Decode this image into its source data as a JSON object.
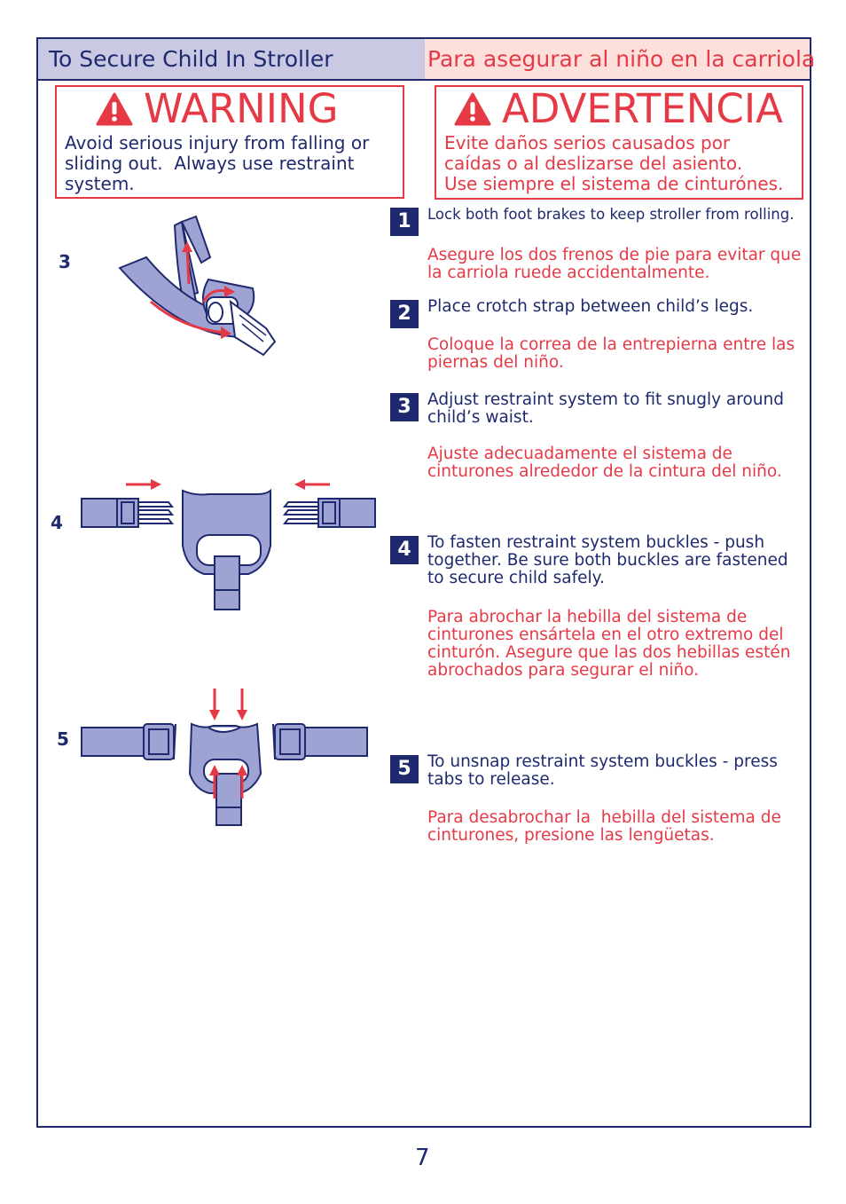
{
  "header": {
    "en": "To Secure Child In Stroller",
    "es": "Para asegurar al niño en la carriola"
  },
  "warning_en": {
    "title": "WARNING",
    "body": "Avoid serious injury from falling or\nsliding out.  Always use restraint\nsystem."
  },
  "warning_es": {
    "title": "ADVERTENCIA",
    "body": "Evite daños serios causados por\ncaídas o al deslizarse del asiento.\nUse siempre el sistema de cinturónes."
  },
  "steps": [
    {
      "num": "1",
      "en": "Lock both foot brakes to keep stroller from rolling.",
      "es": "Asegure los dos frenos de pie para evitar que\nla carriola ruede accidentalmente."
    },
    {
      "num": "2",
      "en": "Place crotch strap between child’s legs.",
      "es": "Coloque la correa de la entrepierna entre las\npiernas del niño."
    },
    {
      "num": "3",
      "en": "Adjust restraint system to fit snugly around\nchild’s waist.",
      "es": "Ajuste adecuadamente el sistema de\ncinturones alrededor de la cintura del niño."
    },
    {
      "num": "4",
      "en": "To fasten restraint system buckles - push\ntogether. Be sure both buckles are fastened\nto secure child safely.",
      "es": "Para abrochar la hebilla del sistema de\ncinturones ensártela en el otro extremo del\ncinturón. Asegure que las dos hebillas estén\nabrochados para segurar el niño."
    },
    {
      "num": "5",
      "en": "To unsnap restraint system buckles - press\ntabs to release.",
      "es": "Para desabrochar la  hebilla del sistema de\ncinturones, presione las lengüetas."
    }
  ],
  "figures": [
    {
      "label": "3"
    },
    {
      "label": "4"
    },
    {
      "label": "5"
    }
  ],
  "page_number": "7",
  "colors": {
    "navy": "#1f2a6e",
    "red": "#e63946",
    "strap": "#9fa3d4",
    "header_en_bg": "#c9c9e4",
    "header_es_bg": "#fde0dc"
  }
}
